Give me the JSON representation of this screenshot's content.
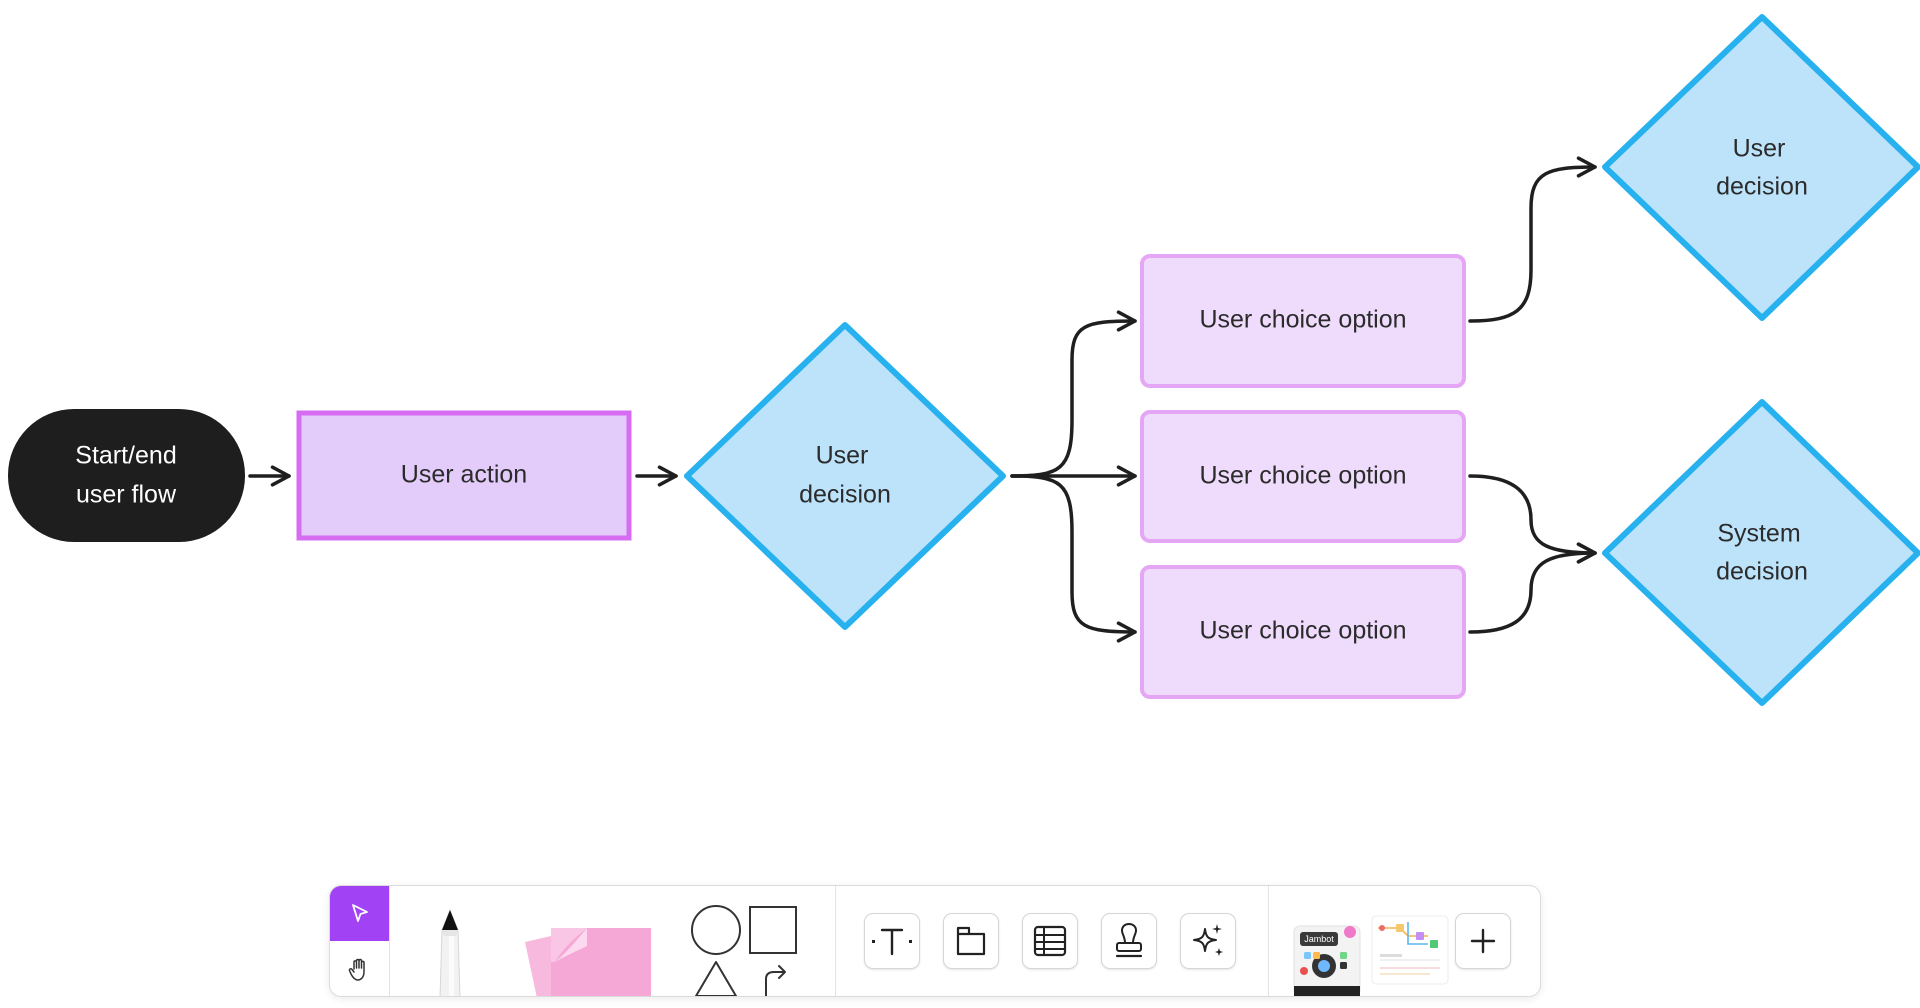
{
  "flowchart": {
    "start_label_line1": "Start/end",
    "start_label_line2": "user flow",
    "user_action_label": "User action",
    "decision_1_line1": "User",
    "decision_1_line2": "decision",
    "choice_1_label": "User choice option",
    "choice_2_label": "User choice option",
    "choice_3_label": "User choice option",
    "decision_2_line1": "User",
    "decision_2_line2": "decision",
    "system_decision_line1": "System",
    "system_decision_line2": "decision"
  },
  "toolbar": {
    "jambot_label": "Jambot",
    "tools": [
      "select-tool",
      "hand-tool",
      "marker-tool",
      "sticky-note-tool",
      "shapes-tool",
      "text-tool",
      "frame-tool",
      "table-tool",
      "stamp-tool",
      "ai-sparkle-tool",
      "jambot-template",
      "flowchart-template",
      "add-tool"
    ]
  },
  "colors": {
    "canvas_bg": "#ffffff",
    "start_fill": "#1e1e1e",
    "action_fill": "#e3cbfa",
    "action_stroke": "#d56cf2",
    "decision_fill": "#bde3fb",
    "decision_stroke": "#27b1ef",
    "choice_fill": "#efdcfc",
    "choice_stroke": "#e5a6f5",
    "connector": "#1f1f1f",
    "select_active": "#a142f4",
    "sticky_pink": "#f5a7d6"
  }
}
